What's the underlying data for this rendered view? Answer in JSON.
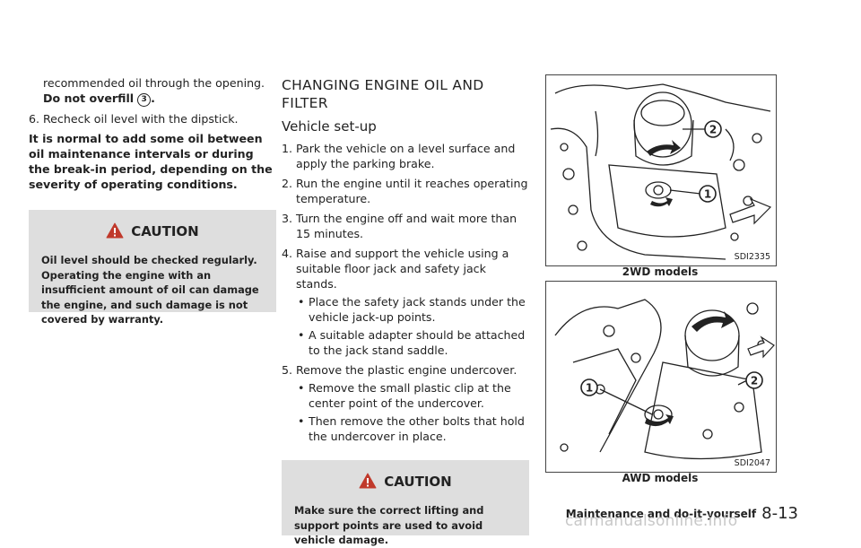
{
  "left": {
    "cont_line1": "recommended oil through the opening.",
    "cont_line2": "Do not overfill",
    "cont_marker": "3",
    "cont_period": ".",
    "step6_num": "6.",
    "step6_text": "Recheck oil level with the dipstick.",
    "note": "It is normal to add some oil between oil maintenance intervals or during the break-in period, depending on the severity of operating conditions.",
    "caution_title": "CAUTION",
    "caution_text": "Oil level should be checked regularly. Operating the engine with an insufficient amount of oil can damage the engine, and such damage is not covered by warranty."
  },
  "middle": {
    "heading": "CHANGING ENGINE OIL AND FILTER",
    "subheading": "Vehicle set-up",
    "steps": [
      {
        "n": "1.",
        "text": "Park the vehicle on a level surface and apply the parking brake."
      },
      {
        "n": "2.",
        "text": "Run the engine until it reaches operating temperature."
      },
      {
        "n": "3.",
        "text": "Turn the engine off and wait more than 15 minutes."
      },
      {
        "n": "4.",
        "text": "Raise and support the vehicle using a suitable floor jack and safety jack stands."
      },
      {
        "n": "5.",
        "text": "Remove the plastic engine undercover."
      }
    ],
    "step4_bullets": [
      "Place the safety jack stands under the vehicle jack-up points.",
      "A suitable adapter should be attached to the jack stand saddle."
    ],
    "step5_bullets": [
      "Remove the small plastic clip at the center point of the undercover.",
      "Then remove the other bolts that hold the undercover in place."
    ],
    "bullet_glyph": "•",
    "caution_title": "CAUTION",
    "caution_text": "Make sure the correct lifting and support points are used to avoid vehicle damage."
  },
  "figures": {
    "fig1_label": "SDI2335",
    "fig1_caption": "2WD models",
    "fig1_markers": [
      "1",
      "2"
    ],
    "fig2_label": "SDI2047",
    "fig2_caption": "AWD models",
    "fig2_markers": [
      "1",
      "2"
    ]
  },
  "footer": {
    "section": "Maintenance and do-it-yourself",
    "page": "8-13"
  },
  "watermark": "carmanualsonline.info"
}
